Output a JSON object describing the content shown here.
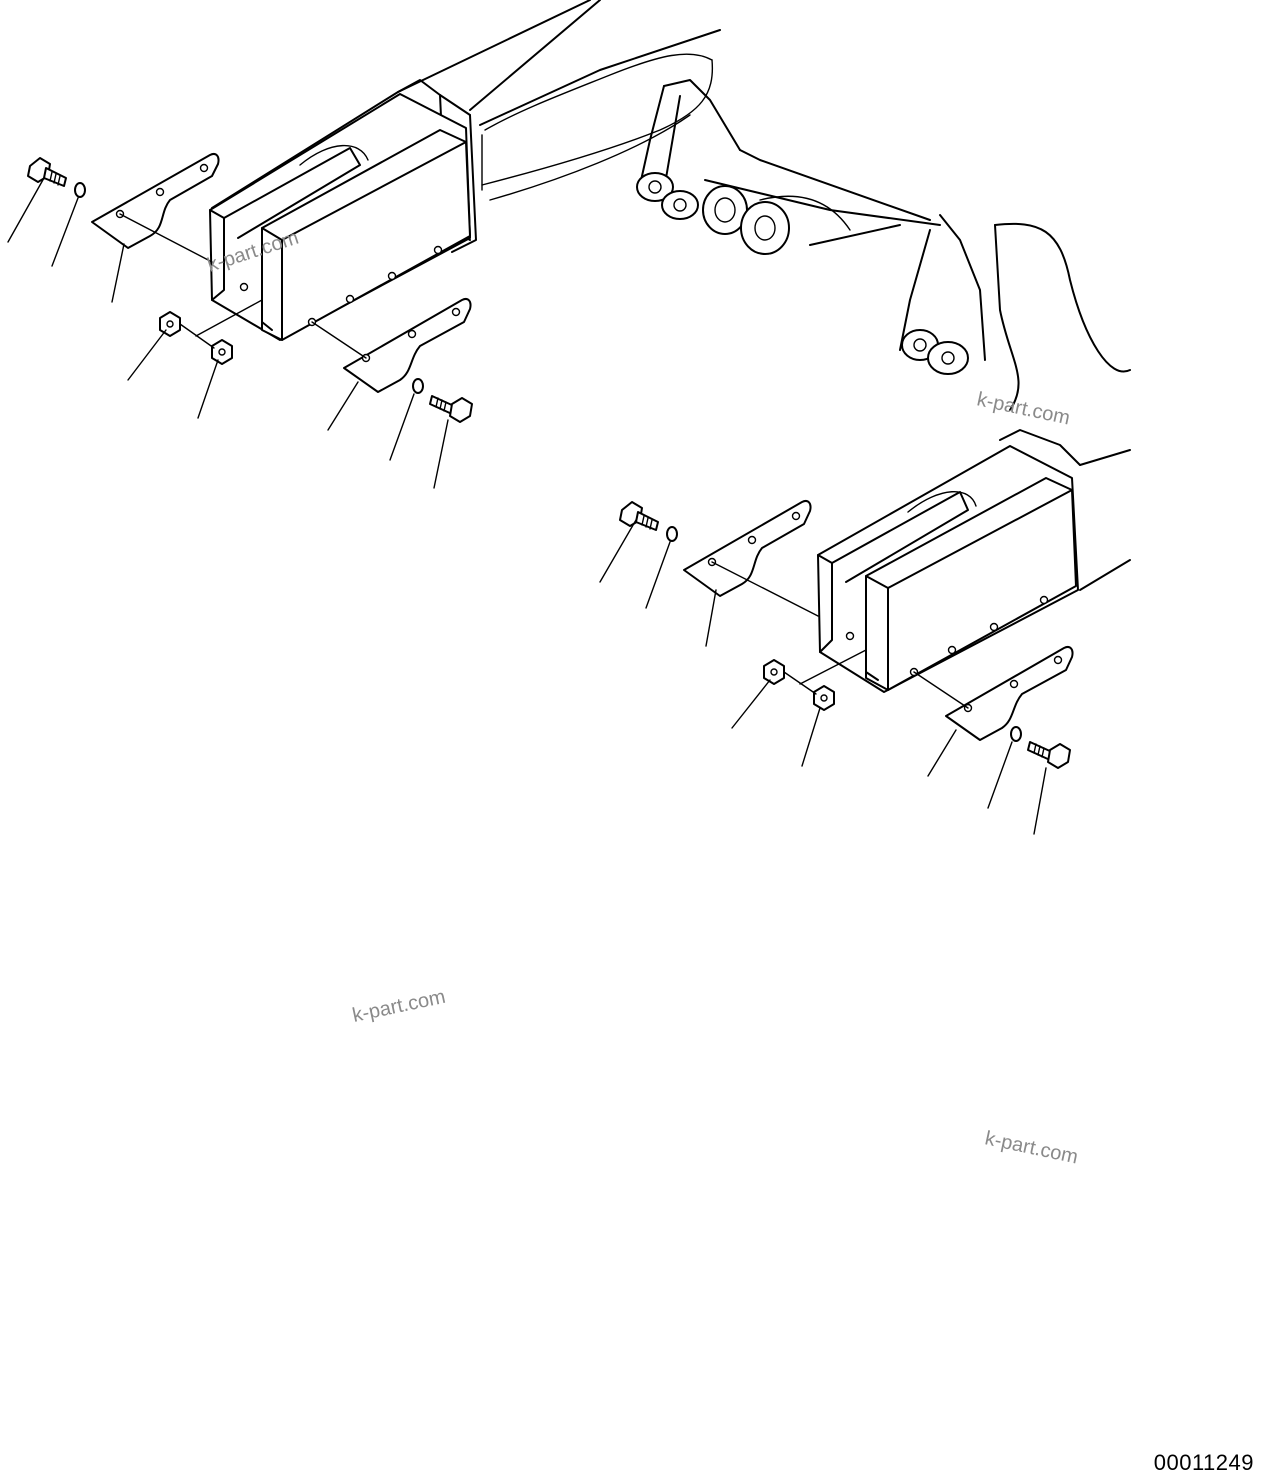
{
  "drawing_number": "00011249",
  "watermarks": [
    "k-part.com",
    "k-part.com",
    "k-part.com",
    "k-part.com"
  ],
  "colors": {
    "line": "#000000",
    "watermark": "#8a8a8a",
    "background": "#ffffff"
  }
}
